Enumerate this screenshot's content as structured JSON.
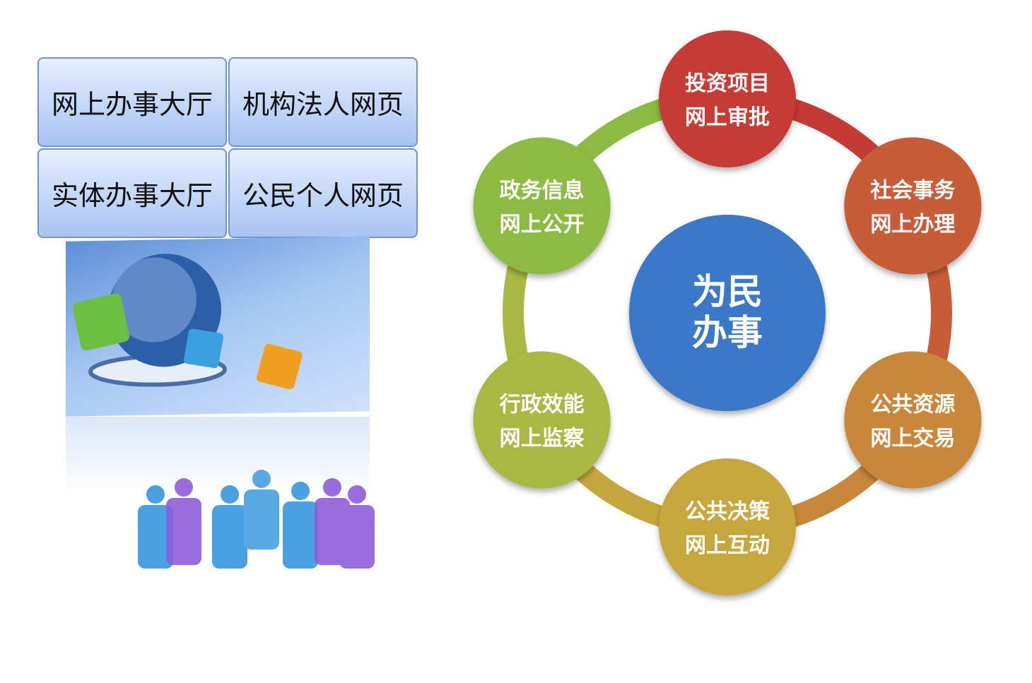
{
  "boxes": [
    "网上办事大厅",
    "机构法人网页",
    "实体办事大厅",
    "公民个人网页"
  ],
  "center": {
    "line1": "为民",
    "line2": "办事",
    "color": "#3a78c8"
  },
  "nodes": [
    {
      "line1": "投资项目",
      "line2": "网上审批",
      "color": "#c63a36"
    },
    {
      "line1": "社会事务",
      "line2": "网上办理",
      "color": "#c95c38"
    },
    {
      "line1": "公共资源",
      "line2": "网上交易",
      "color": "#c8873a"
    },
    {
      "line1": "公共决策",
      "line2": "网上互动",
      "color": "#c6a63c"
    },
    {
      "line1": "行政效能",
      "line2": "网上监察",
      "color": "#a9b842"
    },
    {
      "line1": "政务信息",
      "line2": "网上公开",
      "color": "#8bbb42"
    }
  ]
}
